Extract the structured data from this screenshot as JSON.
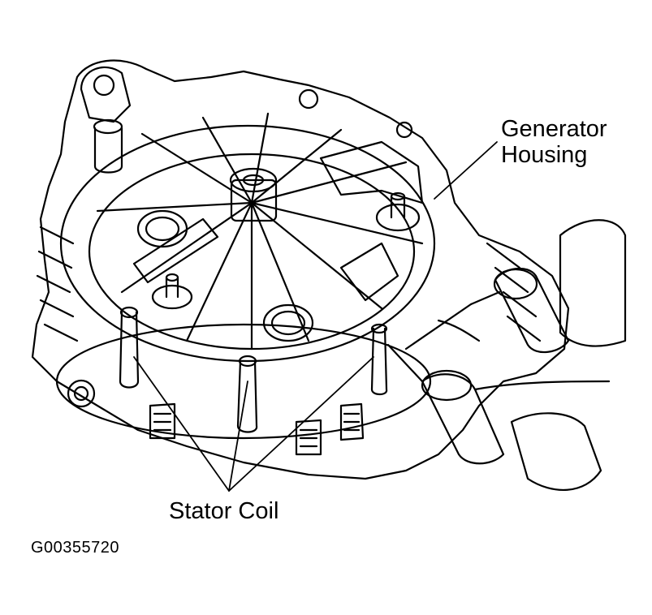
{
  "labels": {
    "generator_line1": "Generator",
    "generator_line2": "Housing",
    "stator_coil": "Stator Coil"
  },
  "figure_id": "G00355720",
  "colors": {
    "ink": "#000000",
    "paper": "#ffffff"
  }
}
